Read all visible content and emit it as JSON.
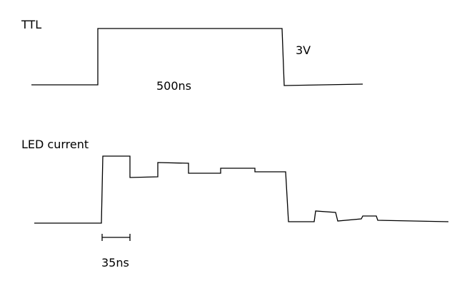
{
  "labels": {
    "ttl": "TTL",
    "voltage": "3V",
    "pulse_width": "500ns",
    "led_current": "LED current",
    "rise_time": "35ns"
  },
  "colors": {
    "background": "#ffffff",
    "ink": "#000000"
  }
}
